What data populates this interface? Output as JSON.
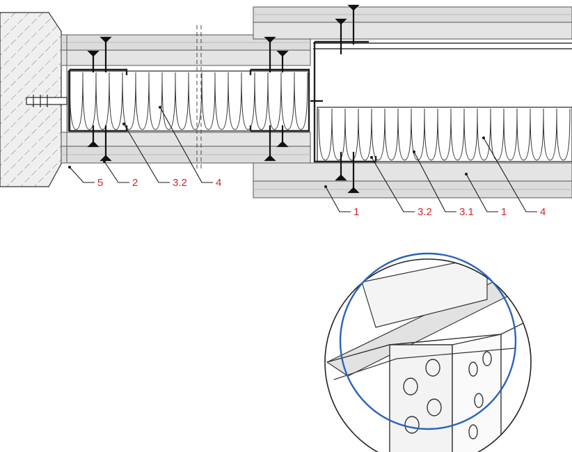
{
  "colors": {
    "label": "#d2232a",
    "line": "#1a1a1a",
    "board": "#dedede",
    "board_edge": "#4a4a4a",
    "masonry": "#e9e9e9",
    "insulation_fill": "#ffffff",
    "profile": "#2b2b2b",
    "screw": "#111111",
    "detail_circle": "#2a64b8",
    "perforated_profile": "#f3f3f3"
  },
  "callouts": [
    {
      "id": "c1",
      "text": "5"
    },
    {
      "id": "c2",
      "text": "2"
    },
    {
      "id": "c3",
      "text": "3.2"
    },
    {
      "id": "c4",
      "text": "4"
    },
    {
      "id": "c5",
      "text": "1"
    },
    {
      "id": "c6",
      "text": "3.2"
    },
    {
      "id": "c7",
      "text": "3.1"
    },
    {
      "id": "c8",
      "text": "1"
    },
    {
      "id": "c9",
      "text": "4"
    }
  ]
}
